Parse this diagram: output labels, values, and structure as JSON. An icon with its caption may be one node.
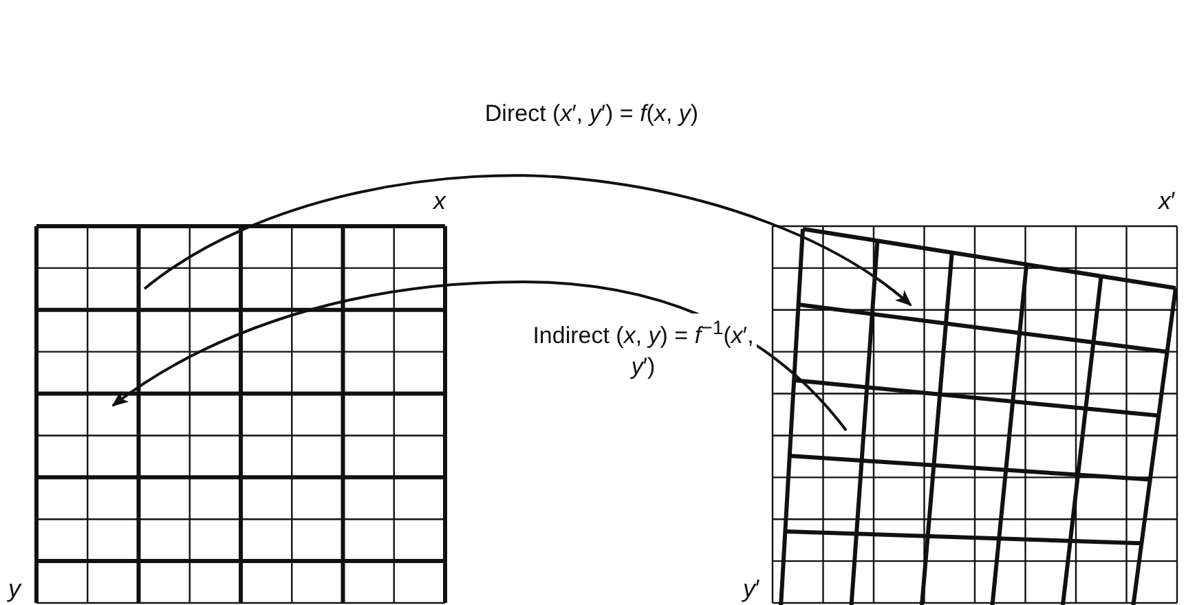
{
  "diagram": {
    "nodes": [
      {
        "text": [],
        "shape": "picture"
      },
      {
        "text": [],
        "shape": "picture"
      }
    ],
    "edges": [
      {
        "from": 0,
        "to": 1,
        "arrow": "to",
        "label": "Direct (*x*′, *y*′) = *f*(*x*, *y*)"
      },
      {
        "from": 1,
        "to": 0,
        "arrow": "to",
        "label": "Indirect (*x*, *y*) = *f*$^{−1}$(*x*′, *y*′)"
      }
    ],
    "labels": [
      "*x*",
      "*x*′",
      "*y*",
      "*y*′"
    ]
  }
}
